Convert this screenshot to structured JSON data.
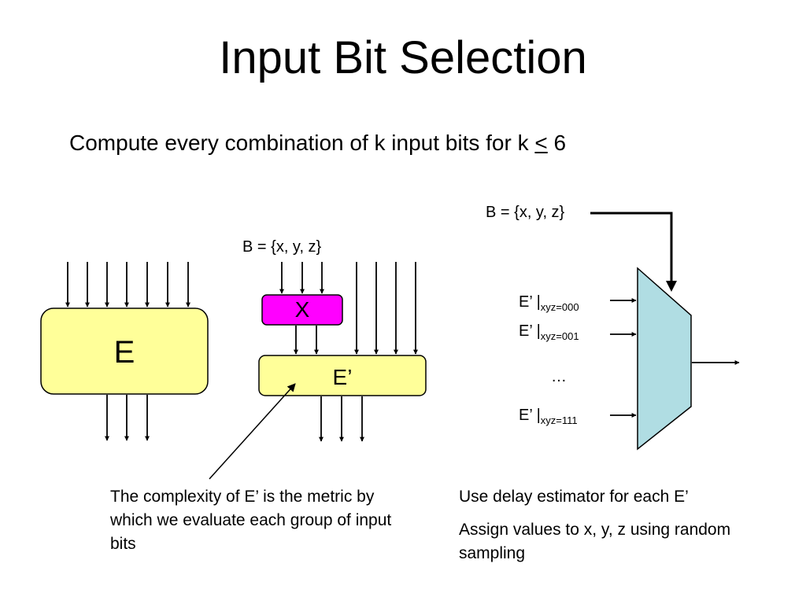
{
  "slide": {
    "title": "Input Bit Selection",
    "bullet_main": "Compute every combination of k input bits for k ",
    "bullet_lte": "<",
    "bullet_end": " 6"
  },
  "diagram": {
    "block_e": "E",
    "block_x": "X",
    "block_e_prime": "E’",
    "b_set_left": "B = {x, y, z}",
    "b_set_right": "B = {x, y, z}",
    "mux_inputs": [
      {
        "base": "E’ |",
        "subscript": "xyz=000"
      },
      {
        "base": "E’ |",
        "subscript": "xyz=001"
      },
      {
        "base": "E’ |",
        "subscript": "xyz=111"
      }
    ],
    "ellipsis": "…"
  },
  "notes": {
    "complexity": "The complexity of E’ is the metric by which we evaluate each group of input bits",
    "delay": "Use delay estimator for each E’",
    "assign": "Assign values to x, y, z using random sampling"
  },
  "colors": {
    "yellow_block": "#ffff99",
    "magenta_block": "#ff00ff",
    "mux_fill": "#b0dde3",
    "stroke": "#000000"
  }
}
